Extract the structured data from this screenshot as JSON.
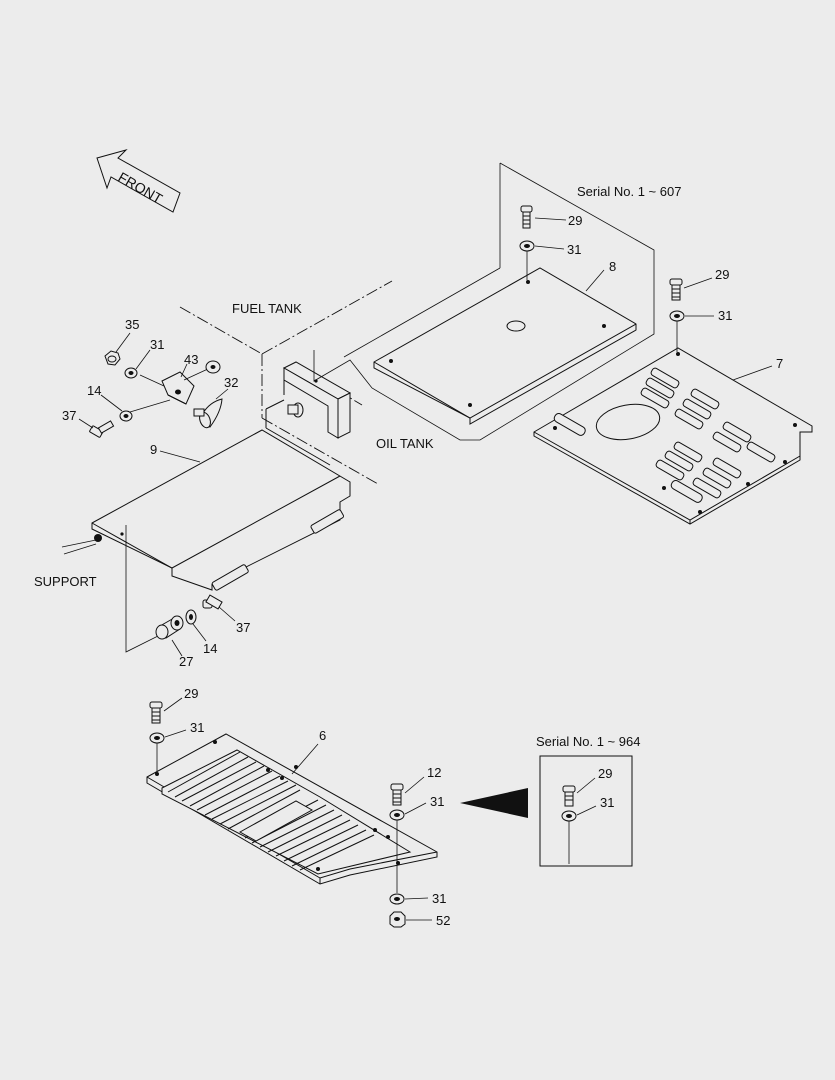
{
  "labels": {
    "front": "FRONT",
    "fuel_tank": "FUEL TANK",
    "oil_tank": "OIL TANK",
    "support": "SUPPORT",
    "serial_607": "Serial No. 1 ~ 607",
    "serial_964": "Serial No. 1 ~ 964"
  },
  "part_numbers": {
    "p29_a": "29",
    "p31_a": "31",
    "p8": "8",
    "p29_b": "29",
    "p31_b": "31",
    "p7": "7",
    "p35": "35",
    "p31_c": "31",
    "p43": "43",
    "p32": "32",
    "p14_a": "14",
    "p37_a": "37",
    "p9": "9",
    "p37_b": "37",
    "p14_b": "14",
    "p27": "27",
    "p29_c": "29",
    "p31_d": "31",
    "p6": "6",
    "p12": "12",
    "p31_e": "31",
    "p31_f": "31",
    "p52": "52",
    "p29_d": "29",
    "p31_g": "31"
  }
}
